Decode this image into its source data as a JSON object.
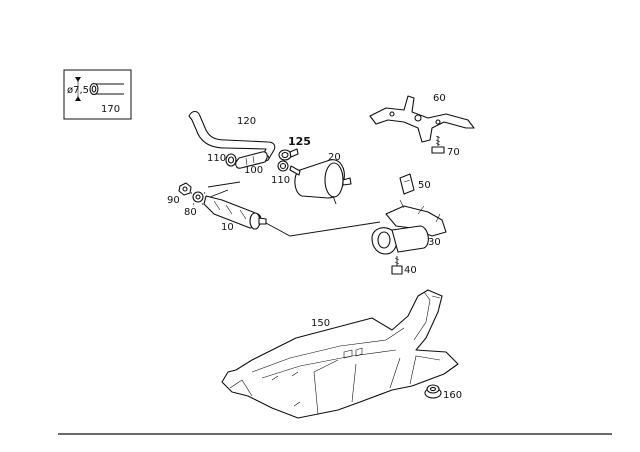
{
  "diagram": {
    "inset": {
      "dimension_label": "ø7,5",
      "part_label": "170"
    },
    "labels": {
      "p10": "10",
      "p20": "20",
      "p30": "30",
      "p40": "40",
      "p50": "50",
      "p60": "60",
      "p70": "70",
      "p80": "80",
      "p90": "90",
      "p100": "100",
      "p110a": "110",
      "p110b": "110",
      "p120": "120",
      "p125": "125",
      "p150": "150",
      "p160": "160"
    }
  }
}
